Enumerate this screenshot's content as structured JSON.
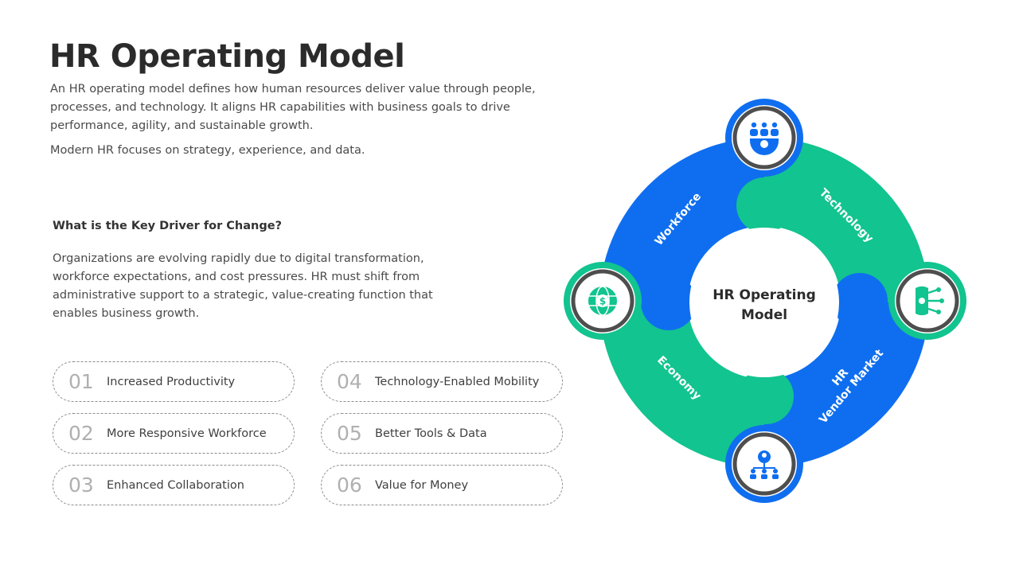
{
  "title": "HR Operating Model",
  "intro": "An HR operating model defines how human resources deliver value through people, processes, and technology. It aligns HR capabilities with business goals to drive performance, agility, and sustainable growth.",
  "intro2": "Modern HR focuses on strategy, experience, and data.",
  "driver": {
    "heading": "What is the Key Driver for Change?",
    "body": "Organizations are evolving rapidly due to digital transformation, workforce expectations, and cost pressures. HR must shift from administrative support to a strategic, value-creating function that enables business growth."
  },
  "drivers": [
    {
      "num": "01",
      "label": "Increased Productivity"
    },
    {
      "num": "02",
      "label": "More Responsive Workforce"
    },
    {
      "num": "03",
      "label": "Enhanced Collaboration"
    },
    {
      "num": "04",
      "label": "Technology-Enabled Mobility"
    },
    {
      "num": "05",
      "label": "Better Tools & Data"
    },
    {
      "num": "06",
      "label": "Value for Money"
    }
  ],
  "diagram": {
    "center_line1": "HR Operating",
    "center_line2": "Model",
    "segments": {
      "workforce": "Workforce",
      "technology": "Technology",
      "vendor_line1": "HR",
      "vendor_line2": "Vendor Market",
      "economy": "Economy"
    },
    "icons": {
      "top": "team-gear-icon",
      "right": "ai-chip-icon",
      "bottom": "org-chart-icon",
      "left": "globe-dollar-icon"
    }
  },
  "colors": {
    "blue": "#0f6ef0",
    "green": "#12c48f",
    "ring_gray": "#4e4e4e",
    "title": "#2b2b2b"
  }
}
